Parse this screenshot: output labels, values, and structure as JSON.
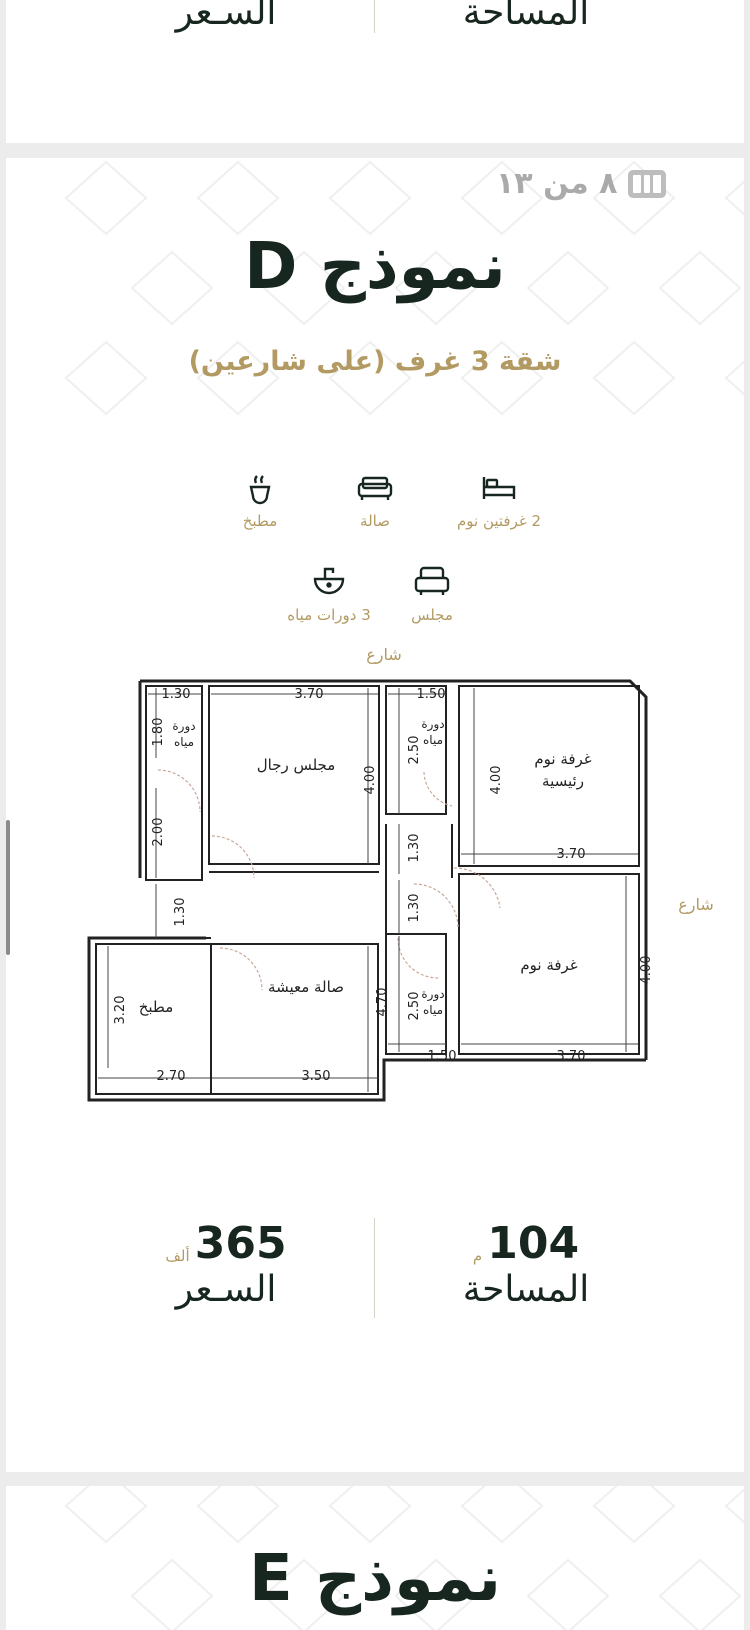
{
  "prev_card": {
    "price_label": "السـعر",
    "area_label": "المساحة"
  },
  "card": {
    "counter": "٨ من ١٣",
    "title": "نموذج D",
    "subtitle": "شقة 3 غرف (على شارعين)",
    "features": [
      {
        "icon": "kitchen-icon",
        "label": "مطبخ"
      },
      {
        "icon": "sofa-icon",
        "label": "صالة"
      },
      {
        "icon": "bed-icon",
        "label": "2 غرفتين نوم"
      },
      {
        "icon": "bathroom-icon",
        "label": "3 دورات مياه"
      },
      {
        "icon": "armchair-icon",
        "label": "مجلس"
      }
    ],
    "floorplan": {
      "street_top": "شارع",
      "street_right": "شارع",
      "rooms": {
        "mens_majlis": "مجلس رجال",
        "master_bed_1": "غرفة نوم",
        "master_bed_2": "رئيسية",
        "bedroom": "غرفة نوم",
        "living": "صالة معيشة",
        "kitchen": "مطبخ",
        "wc_1a": "دورة",
        "wc_1b": "مياه",
        "wc_2a": "دورة",
        "wc_2b": "مياه",
        "wc_3a": "دورة",
        "wc_3b": "مياه"
      },
      "dims": {
        "top_wc_w": "1.30",
        "majlis_w": "3.70",
        "wc2_w": "1.50",
        "wc1_h": "1.80",
        "corr_h": "2.00",
        "majlis_h": "4.00",
        "wc2_h": "2.50",
        "master_h": "4.00",
        "master_w": "3.70",
        "corr2_h": "1.30",
        "corr3_h": "1.30",
        "entry_h": "1.30",
        "living_h": "4.70",
        "bed_h": "4.00",
        "wc3_h": "2.50",
        "kitchen_h": "3.20",
        "wc3_w": "1.50",
        "bed_w": "3.70",
        "kitchen_w": "2.70",
        "living_w": "3.50"
      }
    },
    "price_value": "365",
    "price_unit": "ألف",
    "price_label": "السـعر",
    "area_value": "104",
    "area_unit": "م",
    "area_label": "المساحة"
  },
  "next_card": {
    "title": "نموذج E"
  },
  "colors": {
    "dark": "#17261f",
    "gold": "#b39a63",
    "background": "#ececec",
    "card": "#ffffff"
  }
}
